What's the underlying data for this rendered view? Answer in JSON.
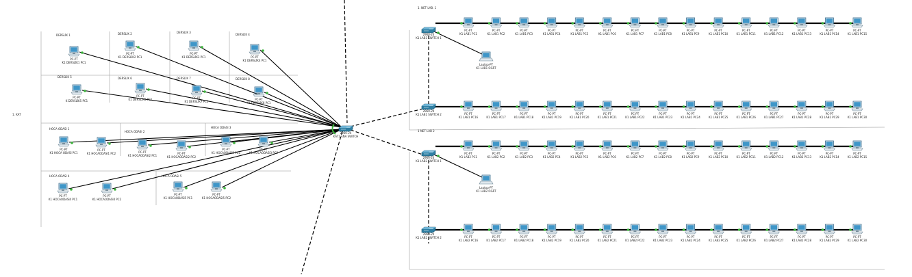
{
  "floor_label": "1. KAT",
  "core_switch": {
    "model": "2960-24",
    "name": "KAT1 ANA SWITCH"
  },
  "classrooms": [
    {
      "room": "DERSLİK 1",
      "pc": "K1 DERSLİK1 PC1"
    },
    {
      "room": "DERSLİK 2",
      "pc": "K1 DERSLİK2 PC1"
    },
    {
      "room": "DERSLİK 3",
      "pc": "K1 DERSLİK3 PC1"
    },
    {
      "room": "DERSLİK 4",
      "pc": "K1 DERSLİK4 PC1"
    },
    {
      "room": "DERSLİK 5",
      "pc": "K DERSLİK5 PC1"
    },
    {
      "room": "DERSLİK 6",
      "pc": "K1 DERSLİK6 PC1"
    },
    {
      "room": "DERSLİK 7",
      "pc": "K1 DERSLİK7 PC1"
    },
    {
      "room": "DERSLİK 8",
      "pc": "K1 DERSLİK8 PC1"
    }
  ],
  "offices": [
    {
      "room": "HOCA ODASI 1",
      "pcs": [
        "K1 HOCA ODASI PC1",
        "K1 HOCAODASI1 PC2"
      ]
    },
    {
      "room": "HOCA ODASI 2",
      "pcs": [
        "K1 HOCAODASI2 PC1",
        "K1 HOCAODASI2 PC2"
      ]
    },
    {
      "room": "HOCA ODASI 3",
      "pcs": [
        "K1 HOCAODASI3 PC1",
        "K1 HOCAODASI3 PC2"
      ]
    },
    {
      "room": "HOCA ODASI 4",
      "pcs": [
        "K1 HOCAODASI4 PC1",
        "K1 HOCAODASI4 PC2"
      ]
    },
    {
      "room": "HOCA ODASI 5",
      "pcs": [
        "K1 HOCAODASI5 PC1",
        "K1 HOCAODASI5 PC2"
      ]
    }
  ],
  "labs": [
    {
      "title": "1. NET LAB. 1",
      "switch1": {
        "model": "2960-24",
        "name": "K1 LAB1 SWITCH 1"
      },
      "switch2": {
        "model": "2960-24",
        "name": "K1 LAB1 SWITCH 2"
      },
      "laptop": {
        "model": "Laptop-PT",
        "name": "K1 LAB1 OGRT"
      },
      "row1": [
        "K1 LAB1 PC1",
        "K1 LAB1 PC2",
        "K1 LAB1 PC3",
        "K1 LAB1 PC4",
        "K1 LAB1 PC5",
        "K1 LAB1 PC6",
        "K1 LAB1 PC7",
        "K1 LAB1 PC8",
        "K1 LAB1 PC9",
        "K1 LAB1 PC10",
        "K1 LAB1 PC11",
        "K1 LAB1 PC12",
        "K1 LAB1 PC13",
        "K1 LAB1 PC14",
        "K1 LAB1 PC15"
      ],
      "row2": [
        "K1 LAB1 PC16",
        "K1 LAB1 PC17",
        "K1 LAB1 PC18",
        "K1 LAB1 PC19",
        "K1 LAB1 PC20",
        "K1 LAB1 PC21",
        "K1 LAB1 PC22",
        "K1 LAB1 PC23",
        "K1 LAB1 PC24",
        "K1 LAB1 PC25",
        "K1 LAB1 PC26",
        "K1 LAB1 PC27",
        "K1 LAB1 PC28",
        "K1 LAB1 PC29",
        "K1 LAB1 PC30"
      ]
    },
    {
      "title": "1 NET LAB 2",
      "switch1": {
        "model": "2960-24",
        "name": "K1 LAB2 SWITCH 1"
      },
      "switch2": {
        "model": "2960-24",
        "name": "K1 LAB2 SWITCH 2"
      },
      "laptop": {
        "model": "Laptop-PT",
        "name": "K1 LAB2 OGRT"
      },
      "row1": [
        "K1 LAB2 PC1",
        "K1 LAB2 PC2",
        "K1 LAB2 PC3",
        "K1 LAB2 PC4",
        "K1 LAB2 PC5",
        "K1 LAB2 PC6",
        "K1 LAB2 PC7",
        "K1 LAB2 PC8",
        "K1 LAB2 PC9",
        "K1 LAB2 PC10",
        "K1 LAB2 PC11",
        "K1 LAB2 PC12",
        "K1 LAB2 PC13",
        "K1 LAB2 PC14",
        "K1 LAB2 PC15"
      ],
      "row2": [
        "K1 LAB2 PC16",
        "K1 LAB2 PC17",
        "K1 LAB2 PC18",
        "K1 LAB2 PC19",
        "K1 LAB2 PC20",
        "K1 LAB2 PC21",
        "K1 LAB2 PC22",
        "K1 LAB2 PC23",
        "K1 LAB2 PC24",
        "K1 LAB2 PC25",
        "K1 LAB2 PC26",
        "K1 LAB2 PC27",
        "K1 LAB2 PC28",
        "K1 LAB2 PC29",
        "K1 LAB2 PC30"
      ]
    }
  ],
  "pc_model": "PC-PT",
  "colors": {
    "link": "#000000",
    "port_up": "#3cb43c",
    "device": "#2f7fa3",
    "room_border": "#b5b5b5"
  }
}
